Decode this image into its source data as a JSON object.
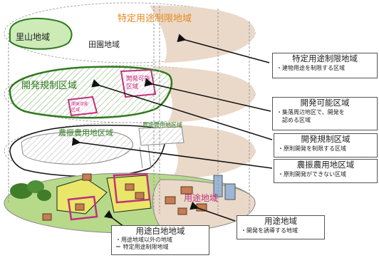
{
  "layers": {
    "top": {
      "title": "特定用途制限地域",
      "satoyama": "里山地域",
      "den": "田園地域"
    },
    "second": {
      "title": "開発規制区域",
      "kanou_big": "開発可能\n区域",
      "kanou_small": "開発可能\n区域"
    },
    "third": {
      "title": "農振農用地区域",
      "small": "農振農用地区域"
    },
    "bottom": {
      "youto": "用途地域"
    }
  },
  "callouts": {
    "tokutei": {
      "title": "特定用途制限地域",
      "desc": "・建物用途を制限する区域"
    },
    "kanou": {
      "title": "開発可能区域",
      "desc1": "・集落周辺地区で、開発を",
      "desc2": "　認める区域"
    },
    "kisei": {
      "title": "開発規制区域",
      "desc": "・原則開発を制限する区域"
    },
    "nouyou": {
      "title": "農振農用地区域",
      "desc": "・原則開発ができない区域"
    },
    "youto": {
      "title": "用途地域",
      "desc": "・開発を誘導する地域"
    },
    "shiro": {
      "title": "用途白地地域",
      "desc1": "・用途地域以外の地域",
      "desc2": "＝ 特定用途制限地域"
    }
  },
  "colors": {
    "pink": "#c0317a",
    "green": "#2f7a1f",
    "orange": "#e8871e",
    "beige": "#ead9c9"
  }
}
